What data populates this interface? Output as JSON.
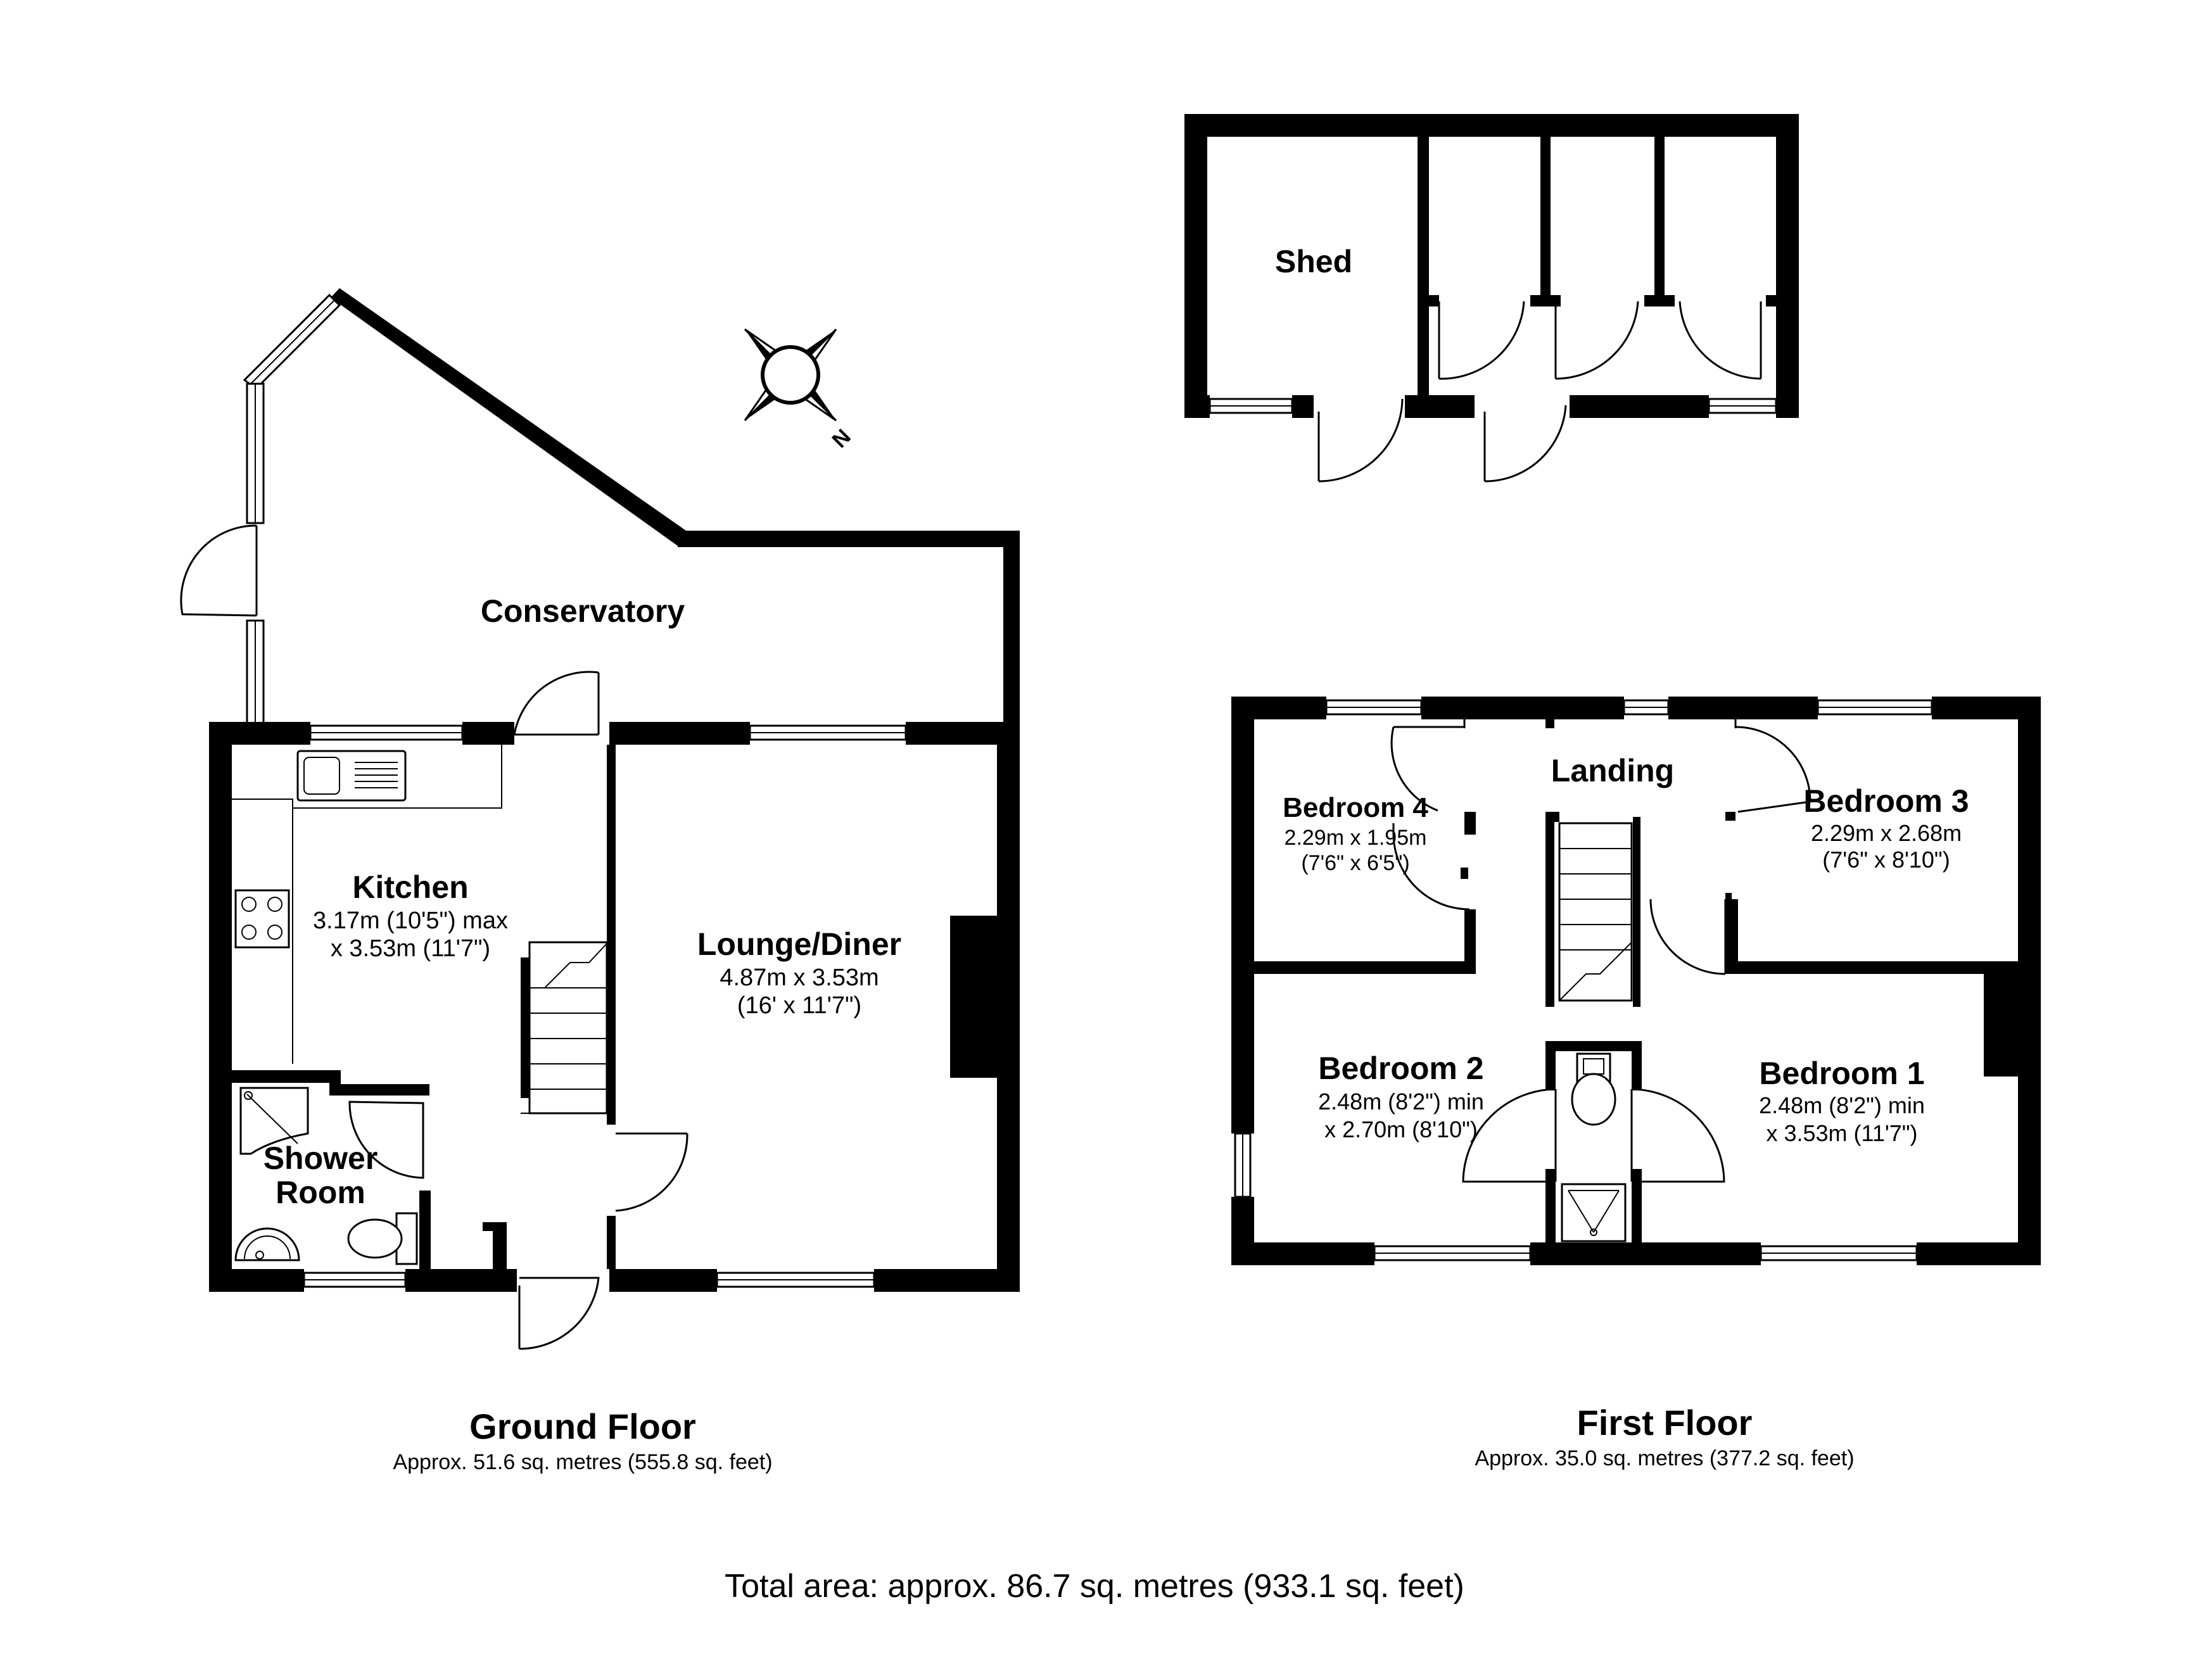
{
  "rooms": {
    "conservatory": {
      "name": "Conservatory"
    },
    "kitchen": {
      "name": "Kitchen",
      "dim1": "3.17m (10'5\") max",
      "dim2": "x 3.53m (11'7\")"
    },
    "lounge": {
      "name": "Lounge/Diner",
      "dim1": "4.87m x 3.53m",
      "dim2": "(16' x 11'7\")"
    },
    "shower": {
      "name1": "Shower",
      "name2": "Room"
    },
    "shed": {
      "name": "Shed"
    },
    "landing": {
      "name": "Landing"
    },
    "bedroom4": {
      "name": "Bedroom 4",
      "dim1": "2.29m x 1.95m",
      "dim2": "(7'6\" x 6'5\")"
    },
    "bedroom3": {
      "name": "Bedroom 3",
      "dim1": "2.29m x 2.68m",
      "dim2": "(7'6\" x 8'10\")"
    },
    "bedroom2": {
      "name": "Bedroom 2",
      "dim1": "2.48m (8'2\") min",
      "dim2": "x 2.70m (8'10\")"
    },
    "bedroom1": {
      "name": "Bedroom 1",
      "dim1": "2.48m (8'2\") min",
      "dim2": "x 3.53m (11'7\")"
    }
  },
  "floors": {
    "ground": {
      "title": "Ground Floor",
      "area": "Approx. 51.6 sq. metres (555.8 sq. feet)"
    },
    "first": {
      "title": "First Floor",
      "area": "Approx. 35.0 sq. metres (377.2 sq. feet)"
    }
  },
  "total_area": "Total area: approx. 86.7 sq. metres (933.1 sq. feet)",
  "compass": {
    "label": "N"
  }
}
